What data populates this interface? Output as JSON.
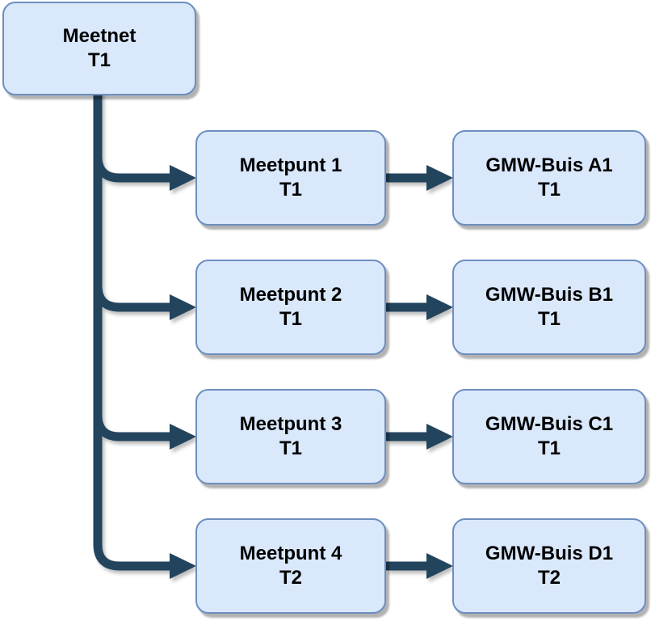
{
  "nodes": {
    "meetnet": {
      "label": "Meetnet",
      "tier": "T1"
    },
    "meetpunt1": {
      "label": "Meetpunt 1",
      "tier": "T1"
    },
    "meetpunt2": {
      "label": "Meetpunt 2",
      "tier": "T1"
    },
    "meetpunt3": {
      "label": "Meetpunt 3",
      "tier": "T1"
    },
    "meetpunt4": {
      "label": "Meetpunt 4",
      "tier": "T2"
    },
    "gmw_a1": {
      "label": "GMW-Buis A1",
      "tier": "T1"
    },
    "gmw_b1": {
      "label": "GMW-Buis B1",
      "tier": "T1"
    },
    "gmw_c1": {
      "label": "GMW-Buis C1",
      "tier": "T1"
    },
    "gmw_d1": {
      "label": "GMW-Buis D1",
      "tier": "T2"
    }
  },
  "edges": [
    {
      "from": "meetnet",
      "to": "meetpunt1"
    },
    {
      "from": "meetnet",
      "to": "meetpunt2"
    },
    {
      "from": "meetnet",
      "to": "meetpunt3"
    },
    {
      "from": "meetnet",
      "to": "meetpunt4"
    },
    {
      "from": "meetpunt1",
      "to": "gmw_a1"
    },
    {
      "from": "meetpunt2",
      "to": "gmw_b1"
    },
    {
      "from": "meetpunt3",
      "to": "gmw_c1"
    },
    {
      "from": "meetpunt4",
      "to": "gmw_d1"
    }
  ],
  "colors": {
    "canvas_bg": "#ffffff",
    "node_fill": "#dae8fc",
    "node_border": "#6c8ebf",
    "node_text": "#000000",
    "connector": "#23445d"
  }
}
